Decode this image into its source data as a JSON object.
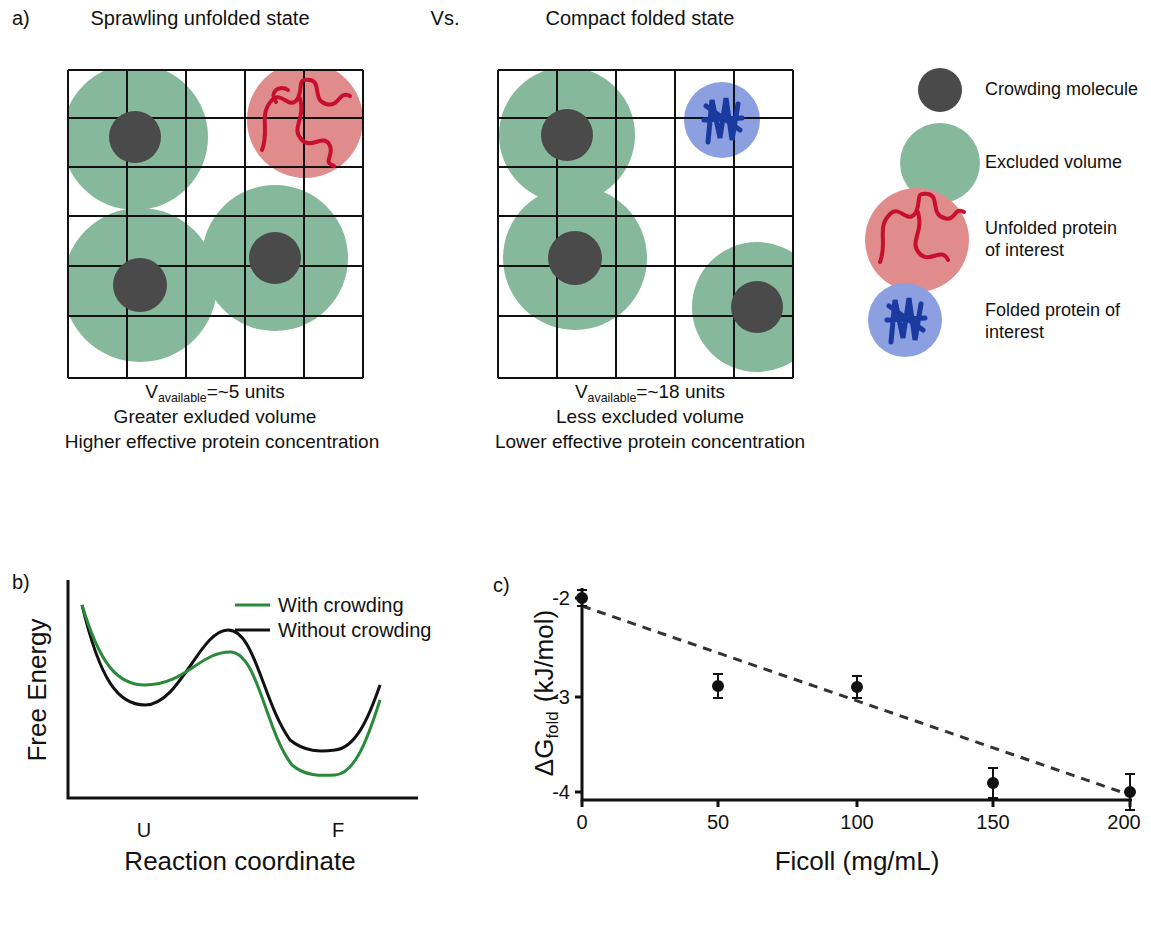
{
  "diagram": {
    "labels": [
      "a)",
      "Sprawling unfolded state",
      "Vs.",
      "Compact folded state",
      "V",
      "available",
      "=~5 units",
      "Greater exluded volume",
      "Higher effective protein concentration",
      "V",
      "available",
      "=~18 units",
      "Less excluded volume",
      "Lower effective protein concentration",
      "b)",
      "Free Energy",
      "U",
      "F",
      "Reaction coordinate",
      "c)",
      "-2",
      "-3",
      "-4",
      "0",
      "50",
      "100",
      "150",
      "200",
      "ΔG",
      "fold",
      "(kJ/mol)",
      "Ficoll (mg/mL)"
    ],
    "legend": [
      {
        "text": "Crowding molecule",
        "color": "#4a4a4a"
      },
      {
        "text": "Excluded volume",
        "color": "#86b89b"
      },
      {
        "text": "Unfolded protein of interest",
        "color": "#e08c8c"
      },
      {
        "text": "Folded protein of interest",
        "color": "#8c9fe0"
      },
      {
        "text": "With crowding"
      },
      {
        "text": "Without crowding"
      }
    ]
  }
}
